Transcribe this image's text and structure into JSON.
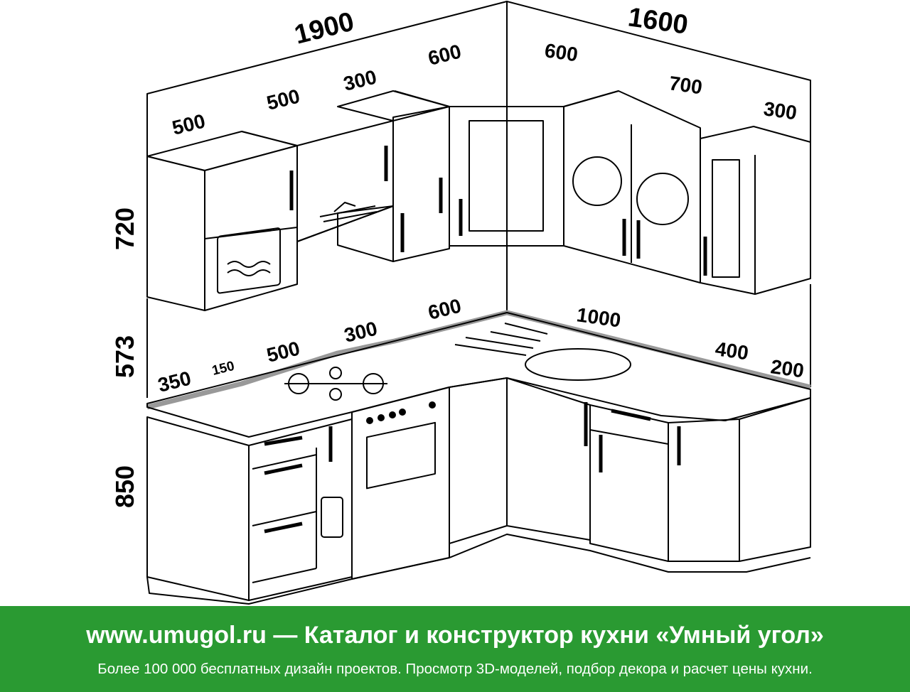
{
  "drawing": {
    "overall_widths": {
      "left_wall": "1900",
      "right_wall": "1600"
    },
    "heights": {
      "upper": "720",
      "gap": "573",
      "lower": "850"
    },
    "upper_modules": {
      "m1": "500",
      "m2": "500",
      "m3": "300",
      "m4": "600",
      "m5": "600",
      "m6": "700",
      "m7": "300"
    },
    "lower_modules": {
      "m1": "350",
      "m2": "150",
      "m3": "500",
      "m4": "300",
      "m5": "600",
      "m6": "1000",
      "m7": "400",
      "m8": "200"
    }
  },
  "footer": {
    "title": "www.umugol.ru — Каталог и конструктор кухни «Умный угол»",
    "subtitle": "Более 100 000 бесплатных дизайн проектов. Просмотр 3D-моделей, подбор декора и расчет цены кухни."
  },
  "colors": {
    "footer_bg": "#2a9a32",
    "footer_text": "#ffffff",
    "line": "#000000",
    "counter_edge": "#9a9a9a"
  }
}
